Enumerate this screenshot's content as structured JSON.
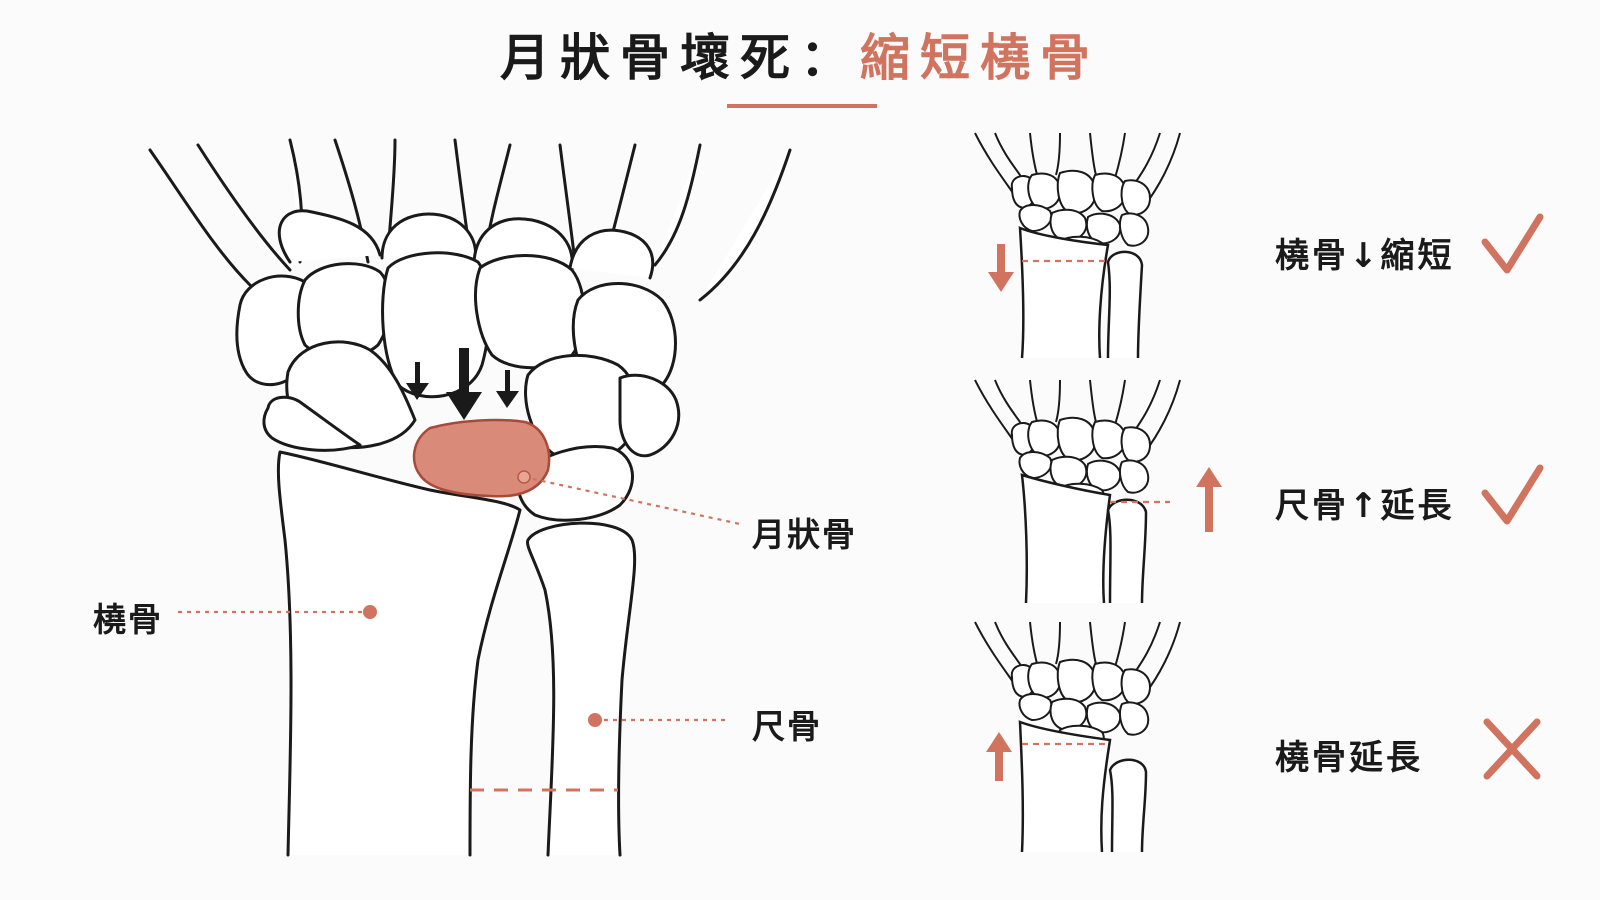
{
  "title": {
    "main": "月狀骨壞死：",
    "accent": "縮短橈骨"
  },
  "labels": {
    "radius": "橈骨",
    "lunate": "月狀骨",
    "ulna": "尺骨"
  },
  "options": [
    {
      "text": "橈骨↓縮短",
      "mark": "check-icon"
    },
    {
      "text": "尺骨↑延長",
      "mark": "check-icon"
    },
    {
      "text": "橈骨延長",
      "mark": "cross-icon"
    }
  ],
  "colors": {
    "accent": "#d0735f",
    "line": "#1a1a1a",
    "lunate_fill": "#d98a78",
    "background": "#fbfbfb"
  }
}
